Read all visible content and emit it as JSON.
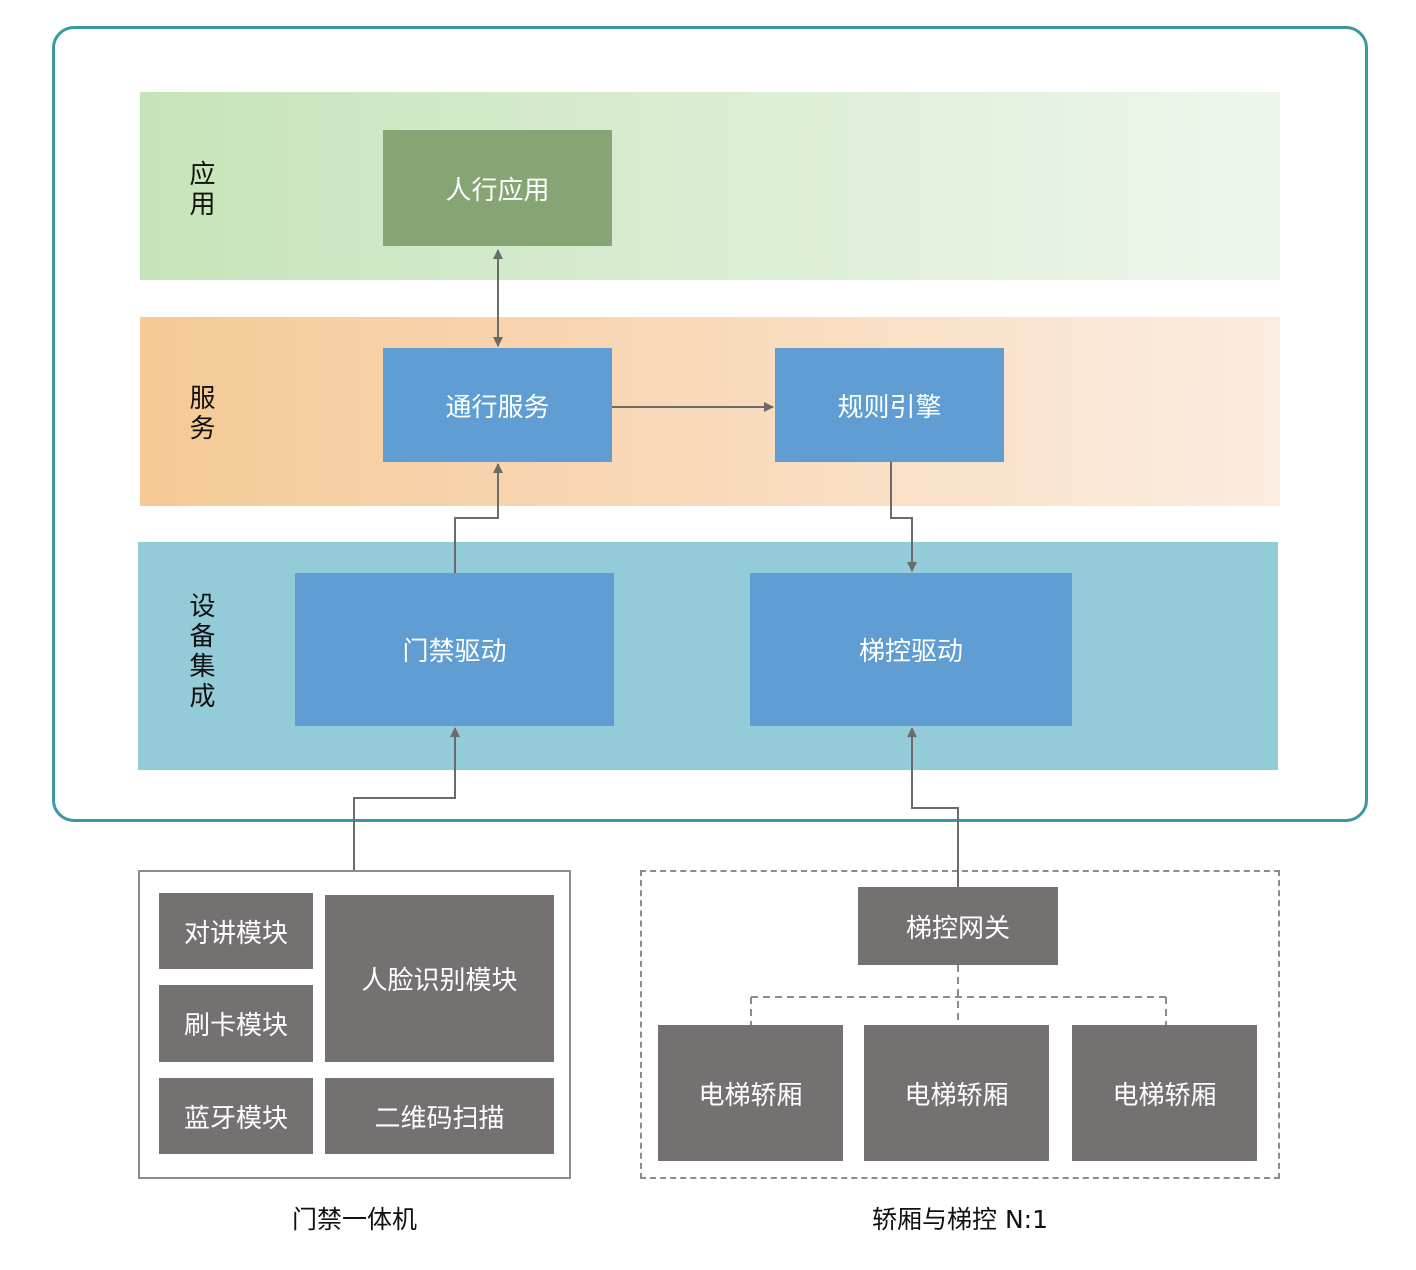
{
  "layers": {
    "app": {
      "label": "应用"
    },
    "service": {
      "label": "服务"
    },
    "device": {
      "label": "设备集成"
    }
  },
  "nodes": {
    "pedestrian_app": "人行应用",
    "access_service": "通行服务",
    "rule_engine": "规则引擎",
    "door_driver": "门禁驱动",
    "elevator_driver": "梯控驱动",
    "intercom": "对讲模块",
    "face_recognition": "人脸识别模块",
    "card_swipe": "刷卡模块",
    "bluetooth": "蓝牙模块",
    "qr_scan": "二维码扫描",
    "elevator_gateway": "梯控网关",
    "car_1": "电梯轿厢",
    "car_2": "电梯轿厢",
    "car_3": "电梯轿厢"
  },
  "groups": {
    "door_unit_caption": "门禁一体机",
    "elevator_caption": "轿厢与梯控 N:1"
  },
  "colors": {
    "frame": "#3a98a4",
    "app_box": "#86a474",
    "service_box": "#5f9dd2",
    "device_layer": "#93ccd8",
    "hardware_box": "#757171",
    "connector": "#6b6b6b"
  }
}
